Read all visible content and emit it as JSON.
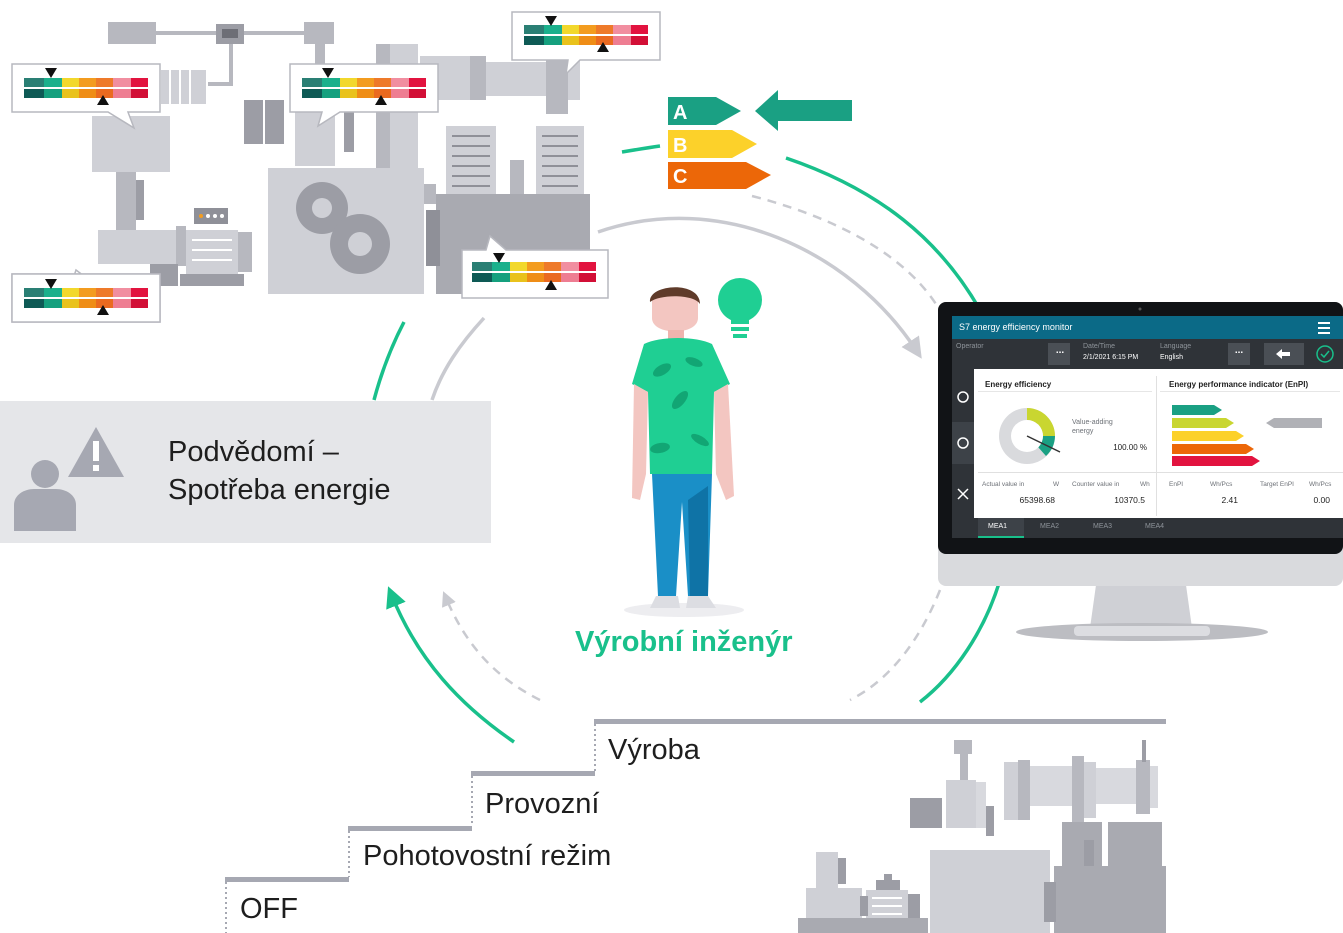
{
  "awareness": {
    "line1": "Podvědomí –",
    "line2": "Spotřeba energie"
  },
  "engineer_label": "Výrobní inženýr",
  "energy_classes": [
    "A",
    "B",
    "C"
  ],
  "steps": [
    "OFF",
    "Pohotovostní režim",
    "Provozní",
    "Výroba"
  ],
  "monitor": {
    "title": "S7 energy efficiency monitor",
    "operator_label": "Operator",
    "datetime_label": "Date/Time",
    "datetime_value": "2/1/2021 6:15 PM",
    "language_label": "Language",
    "language_value": "English",
    "ellipsis": "...",
    "panel_left_title": "Energy efficiency",
    "panel_right_title": "Energy performance indicator (EnPI)",
    "value_adding_line1": "Value-adding",
    "value_adding_line2": "energy",
    "value_adding_percent": "100.00 %",
    "actual_label": "Actual value in",
    "actual_unit": "W",
    "actual_value": "65398.68",
    "counter_label": "Counter value in",
    "counter_unit": "Wh",
    "counter_value": "10370.5",
    "enpi_label": "EnPI",
    "enpi_unit": "Wh/Pcs",
    "enpi_value": "2.41",
    "target_label": "Target EnPI",
    "target_unit": "Wh/Pcs",
    "target_value": "0.00",
    "tabs": [
      "MEA1",
      "MEA2",
      "MEA3",
      "MEA4"
    ]
  },
  "colors": {
    "accent_green": "#19c08b",
    "arrow_teal": "#1aa083",
    "class_a": "#1aa083",
    "class_b": "#fcd12a",
    "class_c": "#ec6708",
    "machine_gray": "#b7b8bf",
    "monitor_header": "#0b6a87",
    "awareness_bg": "#e5e6e9"
  }
}
